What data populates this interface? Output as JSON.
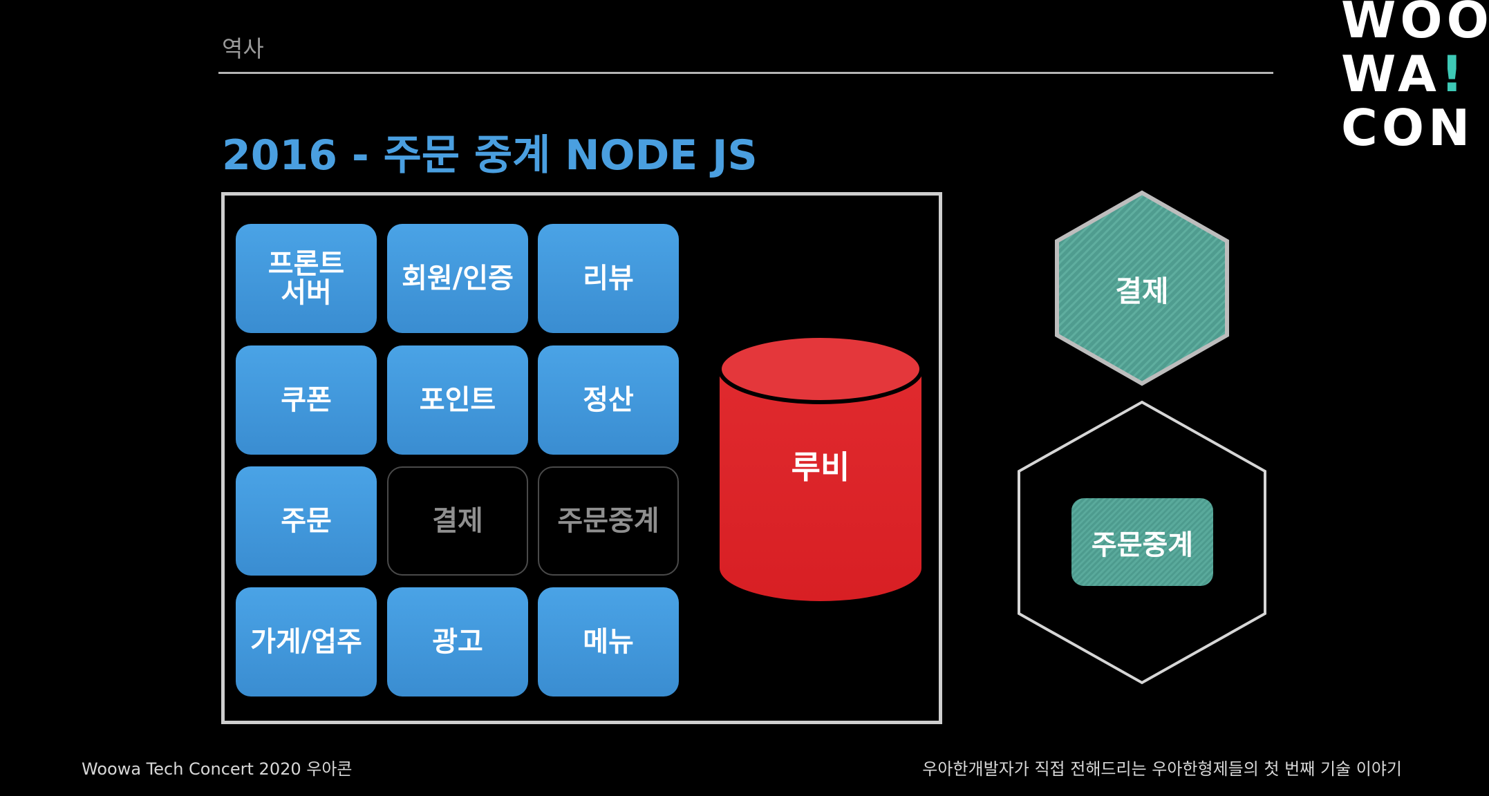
{
  "header": {
    "section_label": "역사",
    "title": "2016 - 주문 중계 NODE JS"
  },
  "ruby_box": {
    "tiles": [
      {
        "label": "프론트\n서버",
        "style": "blue"
      },
      {
        "label": "회원/인증",
        "style": "blue"
      },
      {
        "label": "리뷰",
        "style": "blue"
      },
      {
        "label": "쿠폰",
        "style": "blue"
      },
      {
        "label": "포인트",
        "style": "blue"
      },
      {
        "label": "정산",
        "style": "blue"
      },
      {
        "label": "주문",
        "style": "blue"
      },
      {
        "label": "결제",
        "style": "empty"
      },
      {
        "label": "주문중계",
        "style": "empty"
      },
      {
        "label": "가게/업주",
        "style": "blue"
      },
      {
        "label": "광고",
        "style": "blue"
      },
      {
        "label": "메뉴",
        "style": "blue"
      }
    ],
    "database_label": "루비"
  },
  "services": {
    "payment_label": "결제",
    "order_relay_label": "주문중계"
  },
  "logo": {
    "line1": "WOO",
    "line2_a": "WA",
    "line2_b": "!",
    "line3": "CON"
  },
  "footer": {
    "left": "Woowa Tech Concert   2020 우아콘",
    "right": "우아한개발자가 직접 전해드리는 우아한형제들의 첫 번째 기술 이야기"
  },
  "colors": {
    "background": "#000000",
    "title_blue": "#4a9fe0",
    "tile_blue": "#3f96dc",
    "database_red": "#e0262b",
    "service_teal": "#539f93",
    "logo_accent": "#3ec9b6"
  }
}
